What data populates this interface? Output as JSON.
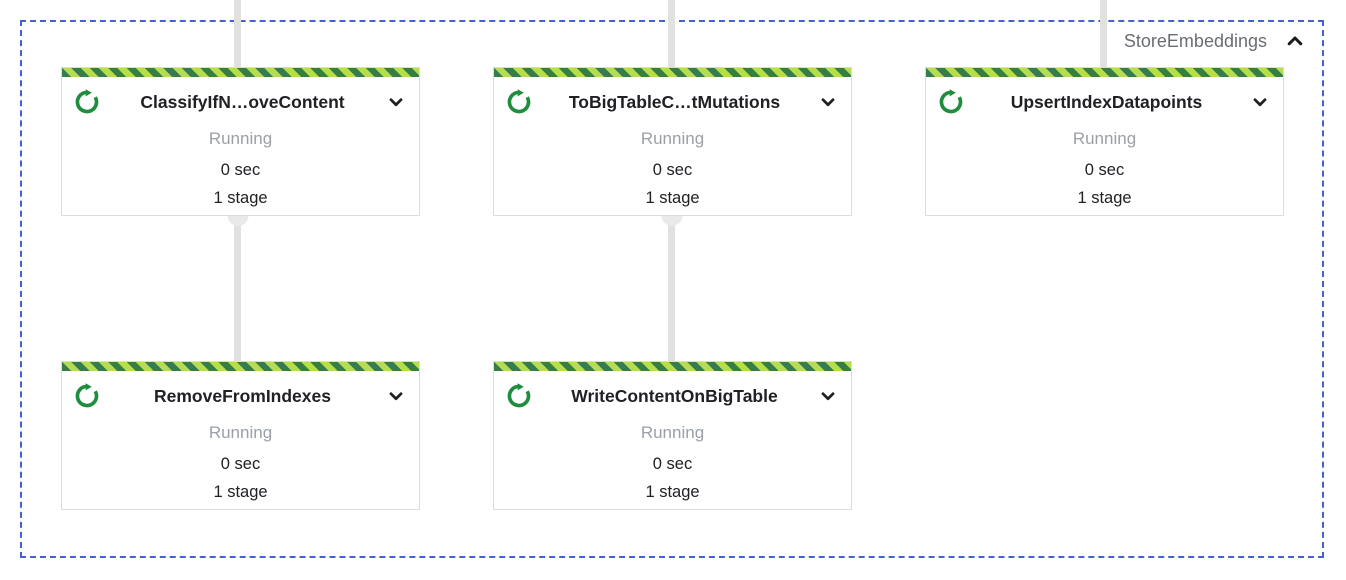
{
  "group": {
    "label": "StoreEmbeddings",
    "collapse_icon": "chevron-up-icon"
  },
  "nodes": [
    {
      "title": "ClassifyIfN…oveContent",
      "status": "Running",
      "duration": "0 sec",
      "stages": "1 stage"
    },
    {
      "title": "ToBigTableC…tMutations",
      "status": "Running",
      "duration": "0 sec",
      "stages": "1 stage"
    },
    {
      "title": "UpsertIndexDatapoints",
      "status": "Running",
      "duration": "0 sec",
      "stages": "1 stage"
    },
    {
      "title": "RemoveFromIndexes",
      "status": "Running",
      "duration": "0 sec",
      "stages": "1 stage"
    },
    {
      "title": "WriteContentOnBigTable",
      "status": "Running",
      "duration": "0 sec",
      "stages": "1 stage"
    }
  ],
  "icons": {
    "node_status": "running-refresh-icon",
    "node_expand": "chevron-down-icon"
  },
  "colors": {
    "group_outline_blue": "#4262d0",
    "edge_gray": "#e1e1e1",
    "stripe_light_green": "#b5dd4c",
    "stripe_dark_green": "#357d49",
    "running_icon_green": "#1e8e3e",
    "status_text_gray": "#9aa0a6",
    "title_text": "#202124",
    "group_label_gray": "#6a6e72"
  }
}
